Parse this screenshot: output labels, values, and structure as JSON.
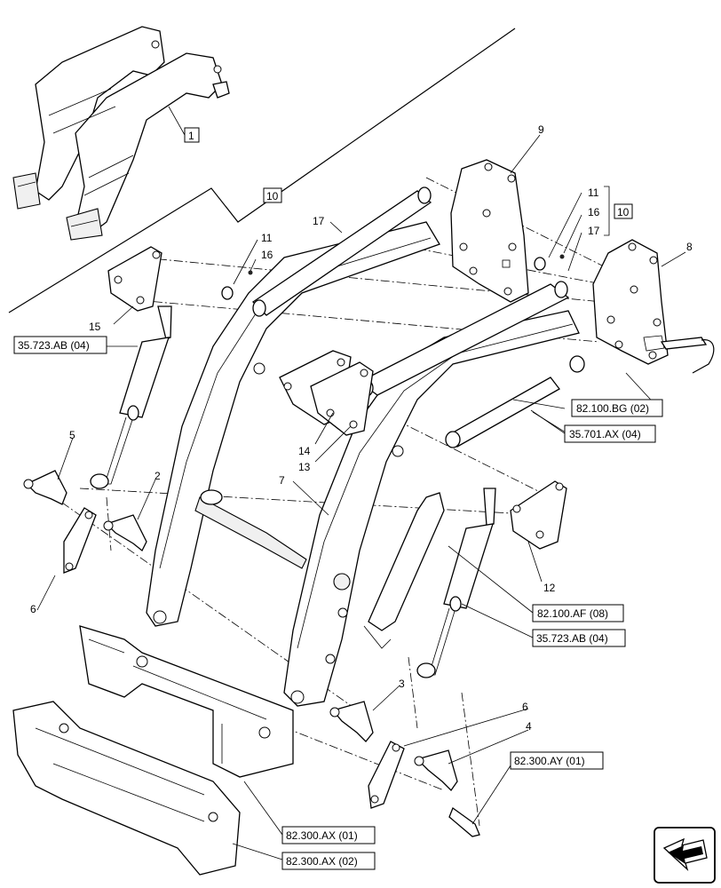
{
  "diagram": {
    "item_numbers": [
      "1",
      "2",
      "3",
      "4",
      "5",
      "6",
      "6",
      "7",
      "8",
      "9",
      "10",
      "10",
      "11",
      "11",
      "12",
      "13",
      "14",
      "15",
      "16",
      "16",
      "17",
      "17"
    ],
    "refs": [
      "35.723.AB (04)",
      "82.100.BG (02)",
      "35.701.AX (04)",
      "82.100.AF (08)",
      "35.723.AB (04)",
      "82.300.AY (01)",
      "82.300.AX (01)",
      "82.300.AX (02)"
    ],
    "nav_icon": "arrow-previous-icon"
  }
}
